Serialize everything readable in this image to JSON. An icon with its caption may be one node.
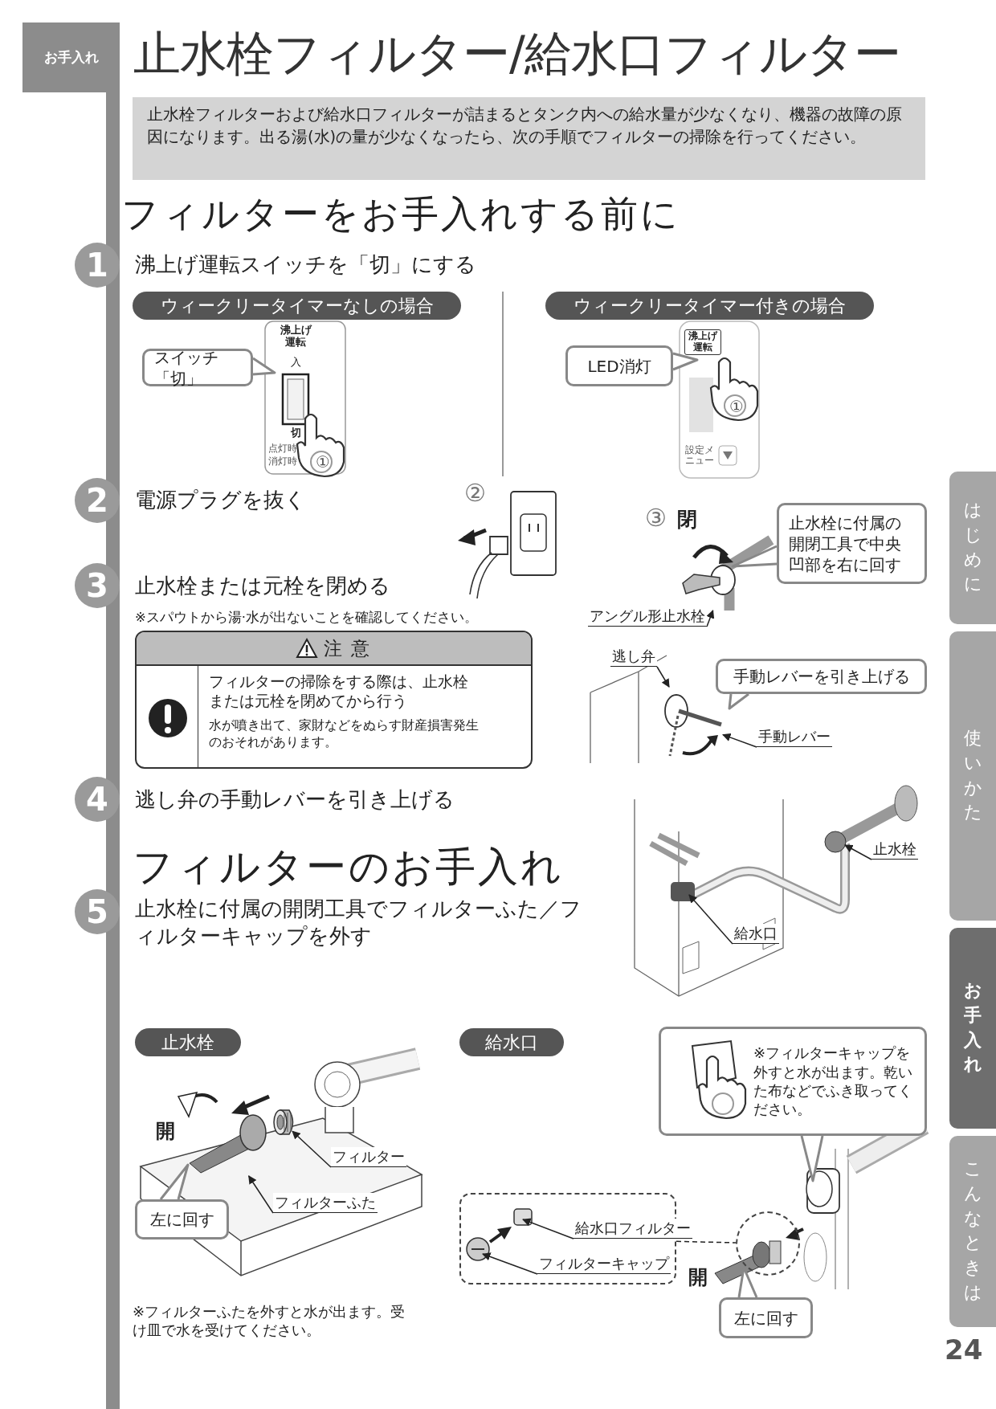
{
  "diagram": {
    "title": "止水栓フィルター/給水口フィルター",
    "nodes": [
      {
        "text": [
          "スイッチ「切」"
        ]
      },
      {
        "text": [
          "LED消灯"
        ]
      },
      {
        "text": [
          "止水栓に付属の開閉工具で中央凹部を右に回す"
        ]
      },
      {
        "text": [
          "アングル形止水栓"
        ]
      },
      {
        "text": [],
        "shape": "picture"
      },
      {
        "text": [
          "逃し弁"
        ]
      },
      {
        "text": [],
        "shape": "picture"
      },
      {
        "text": [
          "手動レバーを引き上げる"
        ]
      },
      {
        "text": [
          "手動レバー"
        ]
      },
      {
        "text": [
          "注 意",
          "フィルターの掃除をする際は、止水栓または元栓を閉めてから行う",
          "水が噴き出て、家財などをぬらす財産損害発生のおそれがあります。"
        ]
      },
      {
        "text": [
          "止水栓"
        ]
      },
      {
        "text": [
          "給水口"
        ]
      },
      {
        "text": [
          "左に回す"
        ]
      },
      {
        "text": [
          "フィルター"
        ]
      },
      {
        "text": [
          "フィルターふた"
        ]
      },
      {
        "text": [],
        "shape": "box"
      },
      {
        "text": [
          "給水口フィルター"
        ],
        "in": 15
      },
      {
        "text": [
          "フィルターキャップ"
        ],
        "in": 15
      },
      {
        "text": [],
        "shape": "circle"
      },
      {
        "text": [
          "※フィルターキャップを外すと水が出ます。乾いた布などでふき取ってください。"
        ]
      },
      {
        "text": [
          "左に回す"
        ]
      },
      {
        "text": [],
        "shape": "picture"
      },
      {
        "text": [],
        "shape": "picture"
      },
      {
        "text": [],
        "shape": "bar"
      }
    ],
    "edges": [
      {
        "from": 3,
        "to": 4,
        "arrow": "to"
      },
      {
        "from": 5,
        "to": 6,
        "arrow": "to"
      },
      {
        "from": 8,
        "to": 6,
        "arrow": "to"
      },
      {
        "from": 10,
        "to": null,
        "arrow": "to"
      },
      {
        "from": 11,
        "to": null,
        "arrow": "to"
      },
      {
        "from": 13,
        "to": 21,
        "arrow": "to"
      },
      {
        "from": 14,
        "to": 22,
        "arrow": "to"
      },
      {
        "from": 16,
        "to": null,
        "arrow": "to"
      },
      {
        "from": 17,
        "to": null,
        "arrow": "to"
      },
      {
        "from": 15,
        "to": 18,
        "arrow": "none",
        "style": "dashed"
      }
    ],
    "labels": [
      "お手入れ",
      "止水栓フィルターおよび給水口フィルターが詰まるとタンク内への給水量が少なくなり、機器の故障の原因になります。出る湯(水)の量が少なくなったら、次の手順でフィルターの掃除を行ってください。",
      "フィルターをお手入れする前に",
      "1",
      "沸上げ運転スイッチを「切」にする",
      "ウィークリータイマーなしの場合",
      "ウィークリータイマー付きの場合",
      "沸上げ運転",
      "入",
      "切",
      "点灯時",
      "消灯時",
      "①",
      "沸上げ運転",
      "①",
      "設定メニュー",
      "2",
      "電源プラグを抜く",
      "②",
      "3",
      "止水栓または元栓を閉める",
      "※スパウトから湯·水が出ないことを確認してください。",
      "③",
      "閉",
      "4",
      "逃し弁の手動レバーを引き上げる",
      "フィルターのお手入れ",
      "5",
      "止水栓に付属の開閉工具でフィルターふた／フィルターキャップを外す",
      "止水栓",
      "給水口",
      "開",
      "※フィルターふたを外すと水が出ます。受け皿で水を受けてください。",
      "開",
      "はじめに",
      "使いかた",
      "お手入れ",
      "こんなときは",
      "24"
    ]
  }
}
